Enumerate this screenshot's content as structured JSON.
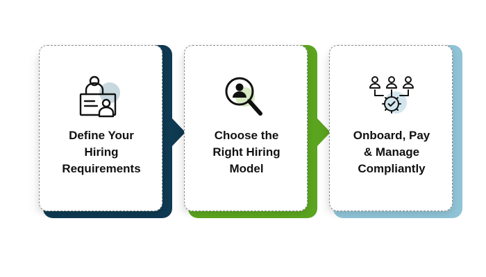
{
  "steps": [
    {
      "icon": "workstation-user-icon",
      "lines": [
        "Define Your",
        "Hiring",
        "Requirements"
      ],
      "accent": "#0f3a52",
      "icon_circle": "#c9d7df"
    },
    {
      "icon": "magnifier-person-icon",
      "lines": [
        "Choose the",
        "Right Hiring",
        "Model"
      ],
      "accent": "#5ba41f",
      "icon_circle": "#d7e9c2"
    },
    {
      "icon": "team-gear-check-icon",
      "lines": [
        "Onboard, Pay",
        "& Manage",
        "Compliantly"
      ],
      "accent": "#8fc3d6",
      "icon_circle": "#d3e6ee"
    }
  ]
}
